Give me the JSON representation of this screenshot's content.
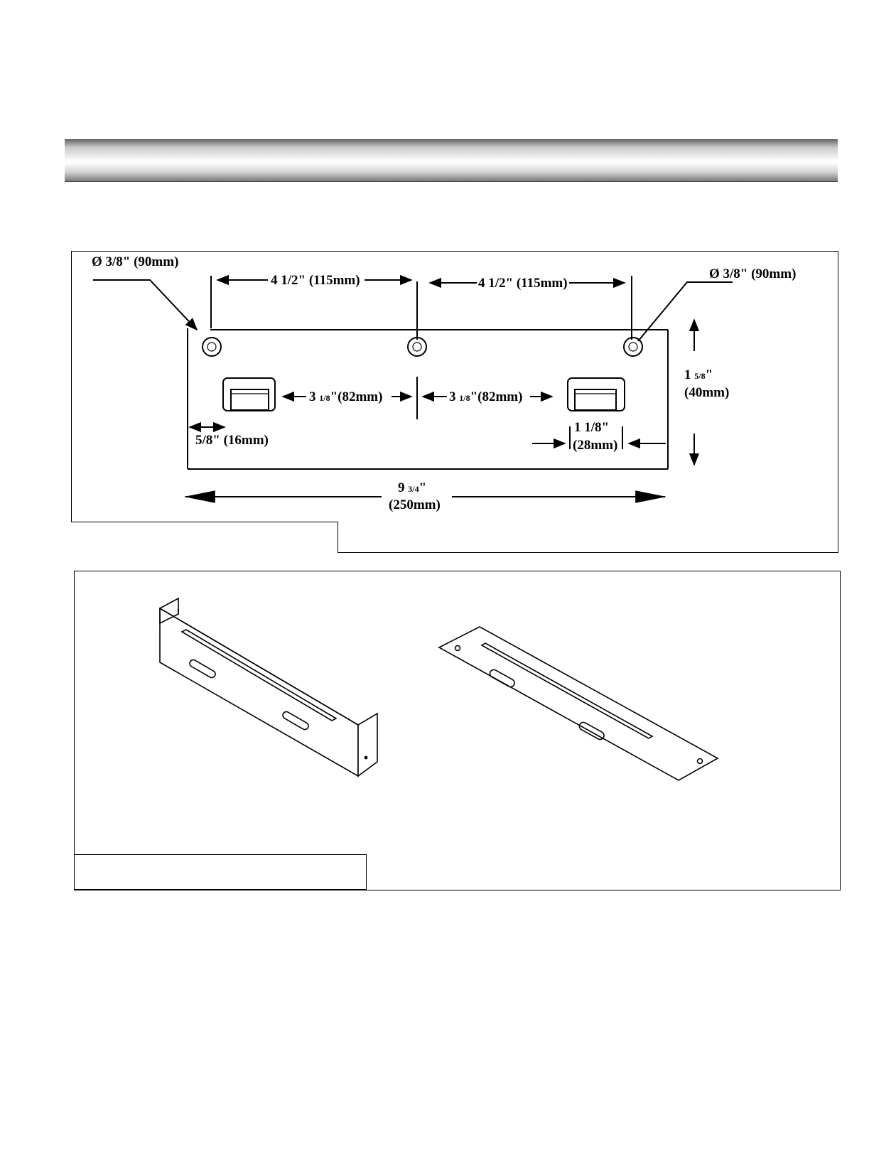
{
  "dimension_diagram": {
    "hole_left": "Ø 3/8\" (90mm)",
    "hole_right": "Ø 3/8\" (90mm)",
    "span_left": "4 1/2\" (115mm)",
    "span_right": "4 1/2\" (115mm)",
    "slot_left_whole": "3 ",
    "slot_left_frac": "1/8",
    "slot_left_rest": "\"(82mm)",
    "slot_right_whole": "3 ",
    "slot_right_frac": "1/8",
    "slot_right_rest": "\"(82mm)",
    "height_whole": "1 ",
    "height_frac": "5/8",
    "height_rest": "\"",
    "height_mm": "(40mm)",
    "edge_offset": "5/8\" (16mm)",
    "slot_width": "1 1/8\"",
    "slot_width_mm": "(28mm)",
    "length_whole": "9 ",
    "length_frac": "3/4",
    "length_rest": "\"",
    "length_mm": "(250mm)"
  },
  "brackets_diagram": {}
}
